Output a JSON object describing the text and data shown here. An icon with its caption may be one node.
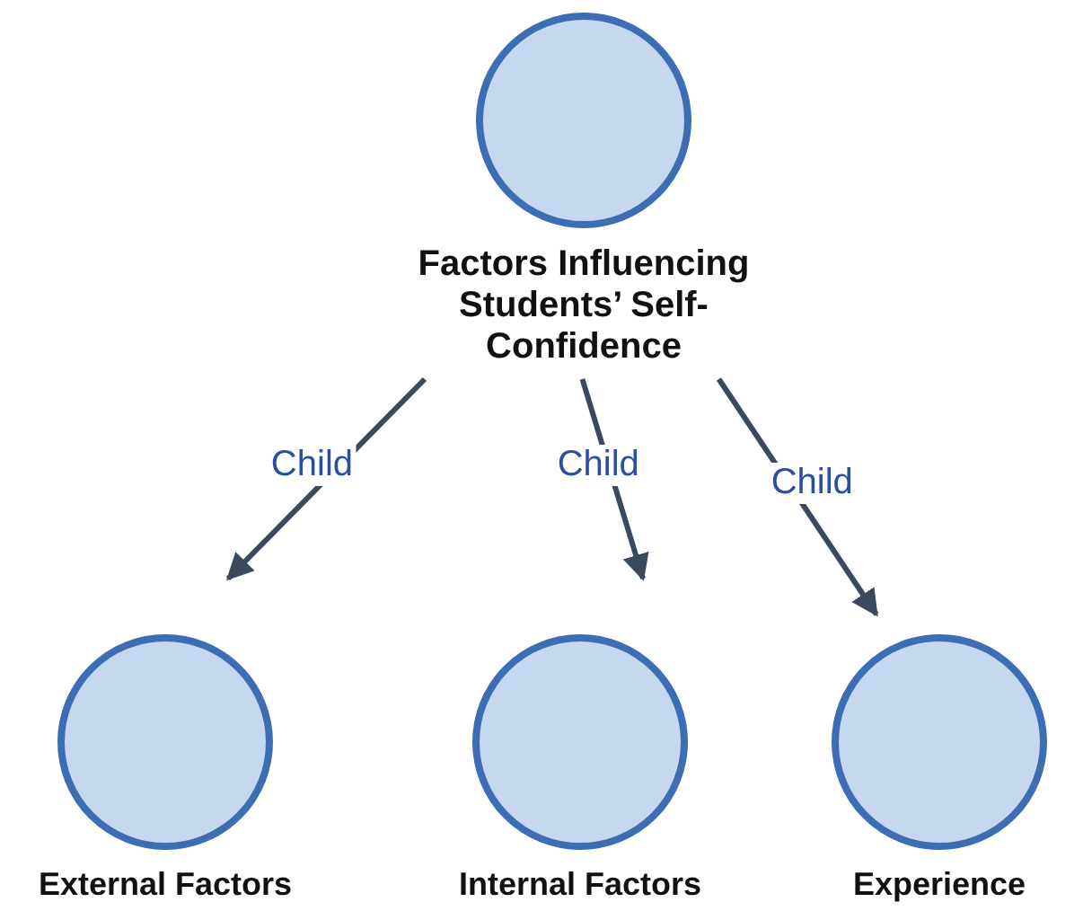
{
  "diagram": {
    "nodes": [
      {
        "text": [
          "Factors Influencing Students’ Self-Confidence"
        ]
      },
      {
        "text": [
          "External Factors"
        ]
      },
      {
        "text": [
          "Internal Factors"
        ]
      },
      {
        "text": [
          "Experience"
        ]
      }
    ],
    "edges": [
      {
        "from": 0,
        "to": 1,
        "arrow": "to",
        "label": "Child"
      },
      {
        "from": 0,
        "to": 2,
        "arrow": "to",
        "label": "Child"
      },
      {
        "from": 0,
        "to": 3,
        "arrow": "to",
        "label": "Child"
      }
    ]
  }
}
